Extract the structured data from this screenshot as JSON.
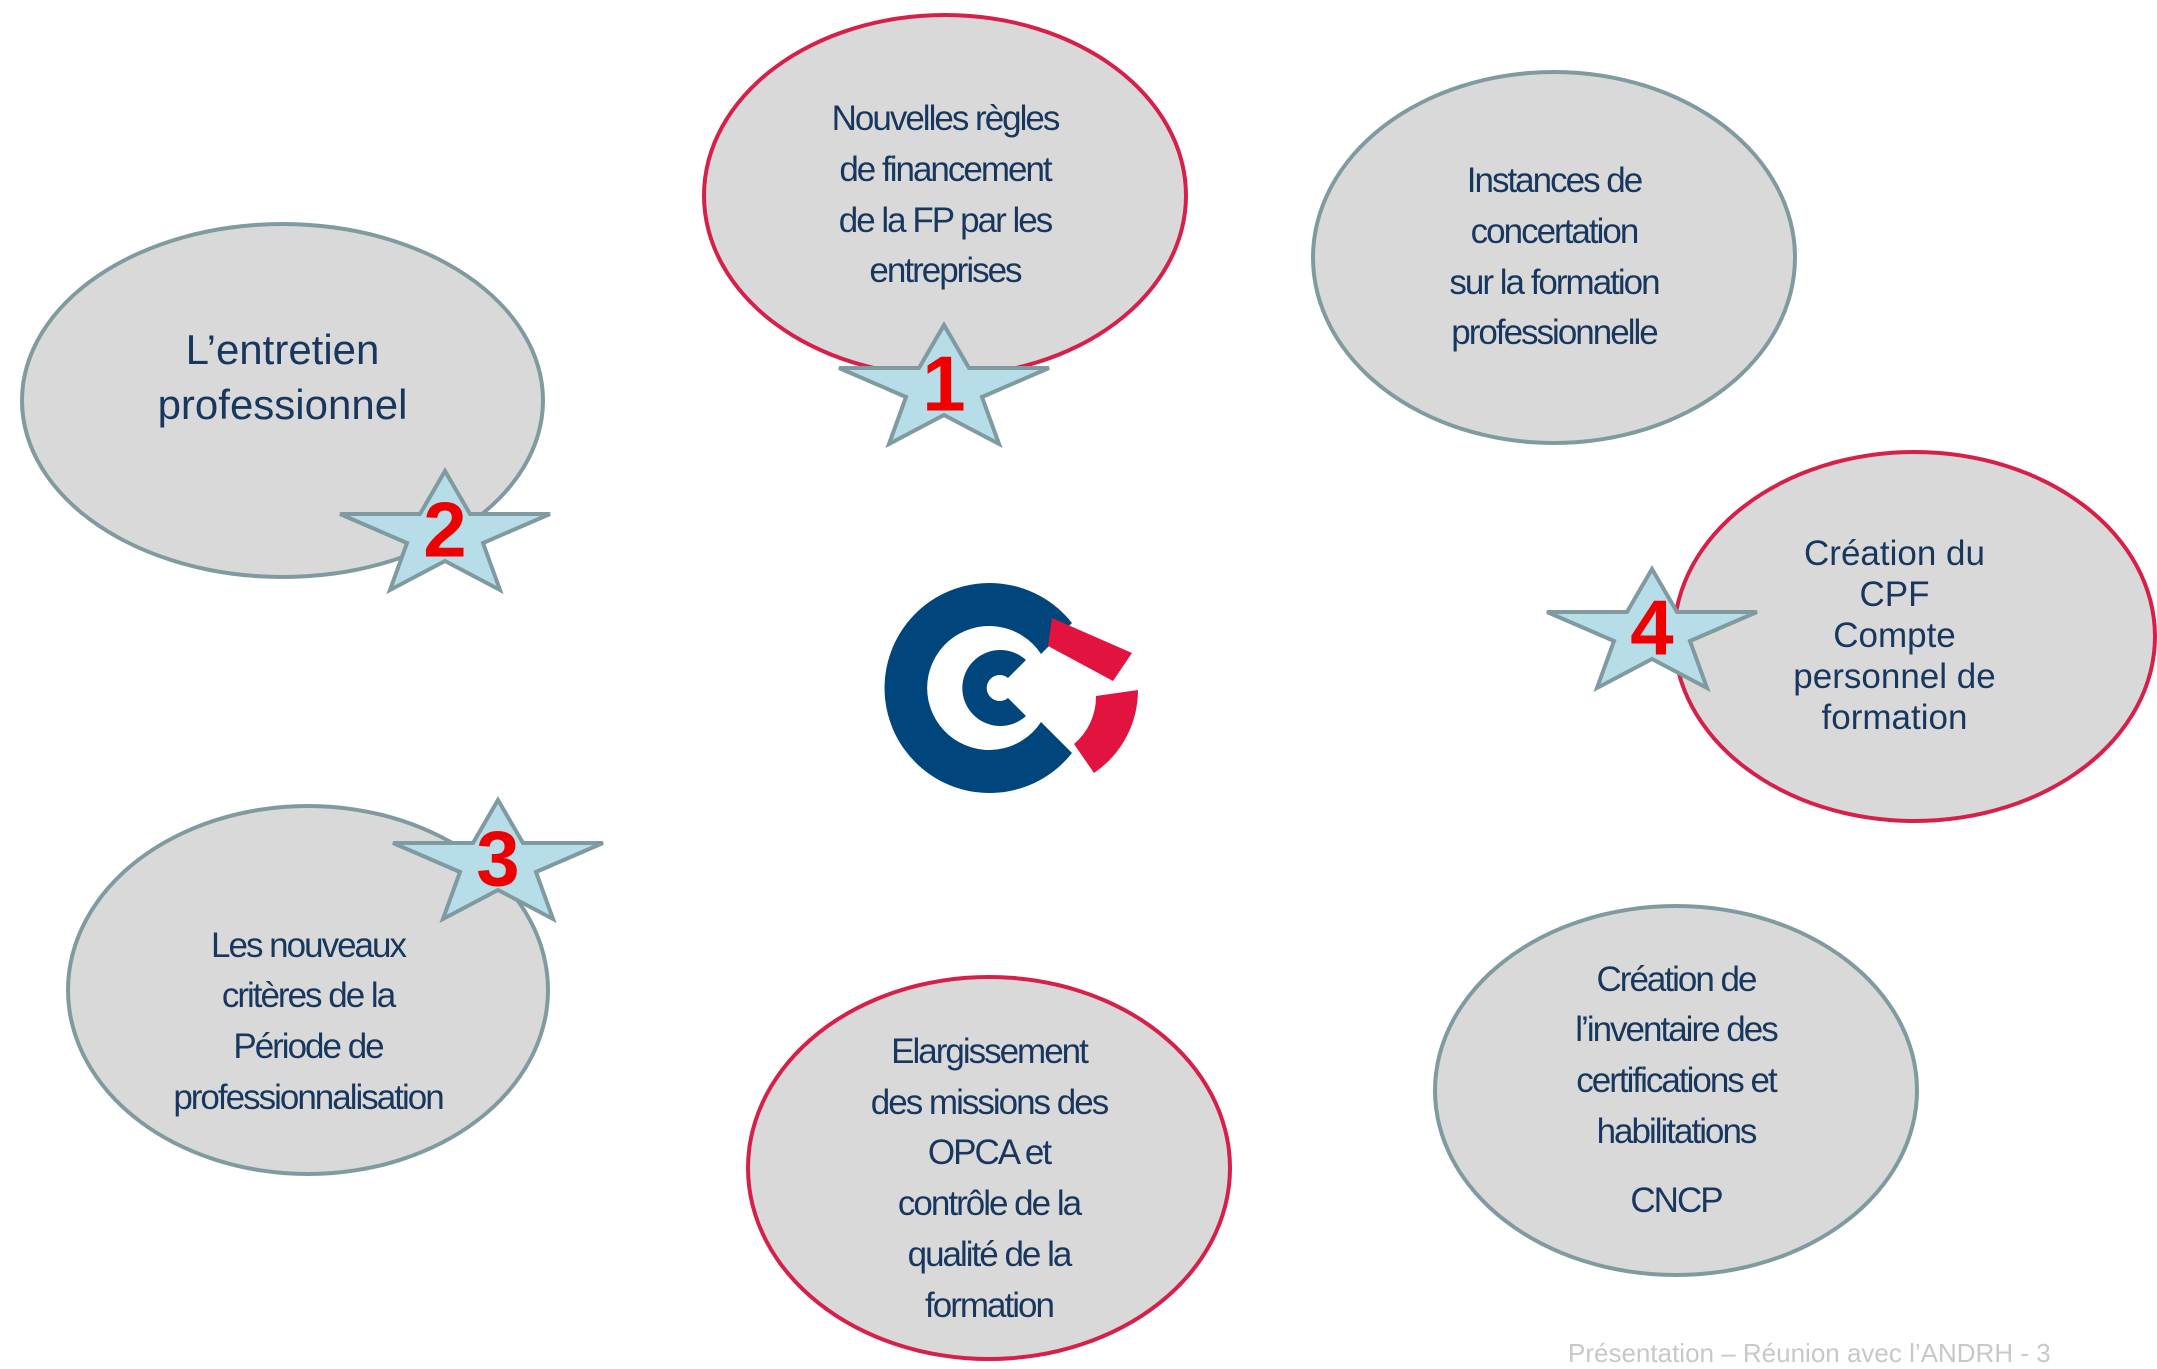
{
  "colors": {
    "ellipse_fill": "#d9d9d9",
    "ellipse_border_gray": "#7f9ba0",
    "ellipse_border_red": "#d6204a",
    "text": "#17375e",
    "star_fill": "#b7dde8",
    "star_border": "#7f9ba0",
    "star_number": "#ee0000",
    "logo_blue": "#00457c",
    "logo_red": "#e2143f"
  },
  "bubbles": {
    "financement": "Nouvelles règles\nde financement\nde la FP par les\nentreprises",
    "instances": "Instances de\nconcertation\nsur la formation\nprofessionnelle",
    "entretien": "L’entretien\nprofessionnel",
    "cpf": "Création du\nCPF\nCompte\npersonnel de\nformation",
    "periode": "Les nouveaux\ncritères de la\nPériode de\nprofessionnalisation",
    "opca": "Elargissement\ndes missions des\nOPCA et\ncontrôle de la\nqualité de la\nformation",
    "inventaire": "Création de\nl’inventaire des\ncertifications et\nhabilitations",
    "inventaire_sub": "CNCP"
  },
  "stars": {
    "s1": "1",
    "s2": "2",
    "s3": "3",
    "s4": "4"
  },
  "logo": {
    "icon": "cci-logo"
  },
  "footer": {
    "text": "Présentation – Réunion avec l’ANDRH - 3"
  }
}
